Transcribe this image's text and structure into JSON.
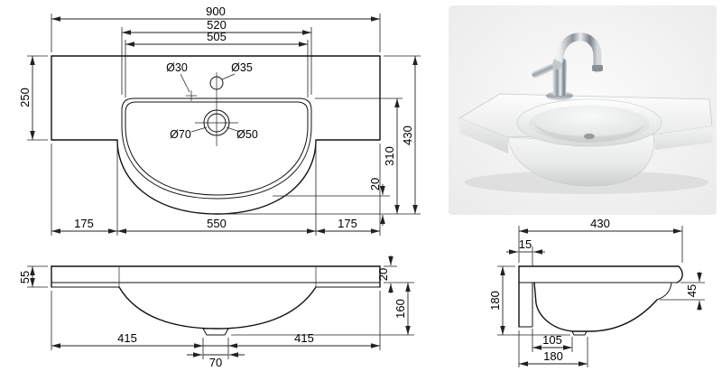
{
  "page": {
    "background": "#ffffff",
    "line_color": "#111111"
  },
  "views": {
    "top": {
      "dim_overall_width": "900",
      "dim_rim_width": "520",
      "dim_inner_width": "505",
      "label_hole_small": "Ø30",
      "label_hole_faucet": "Ø35",
      "label_drain_outer": "Ø70",
      "label_drain_inner": "Ø50",
      "dim_back_depth": "250",
      "dim_total_depth": "430",
      "dim_basin_depth": "310",
      "dim_front_rim": "20",
      "dim_wing_left": "175",
      "dim_basin_span": "550",
      "dim_wing_right": "175"
    },
    "front": {
      "dim_edge_height": "55",
      "dim_top_thickness": "20",
      "dim_bowl_height": "160",
      "dim_span_left": "415",
      "dim_drain_width": "70",
      "dim_span_right": "415"
    },
    "side": {
      "dim_total_depth": "430",
      "dim_back_offset": "15",
      "dim_height_back": "180",
      "dim_front_edge_height": "45",
      "dim_drain_offset": "105",
      "dim_base_depth": "180"
    }
  }
}
